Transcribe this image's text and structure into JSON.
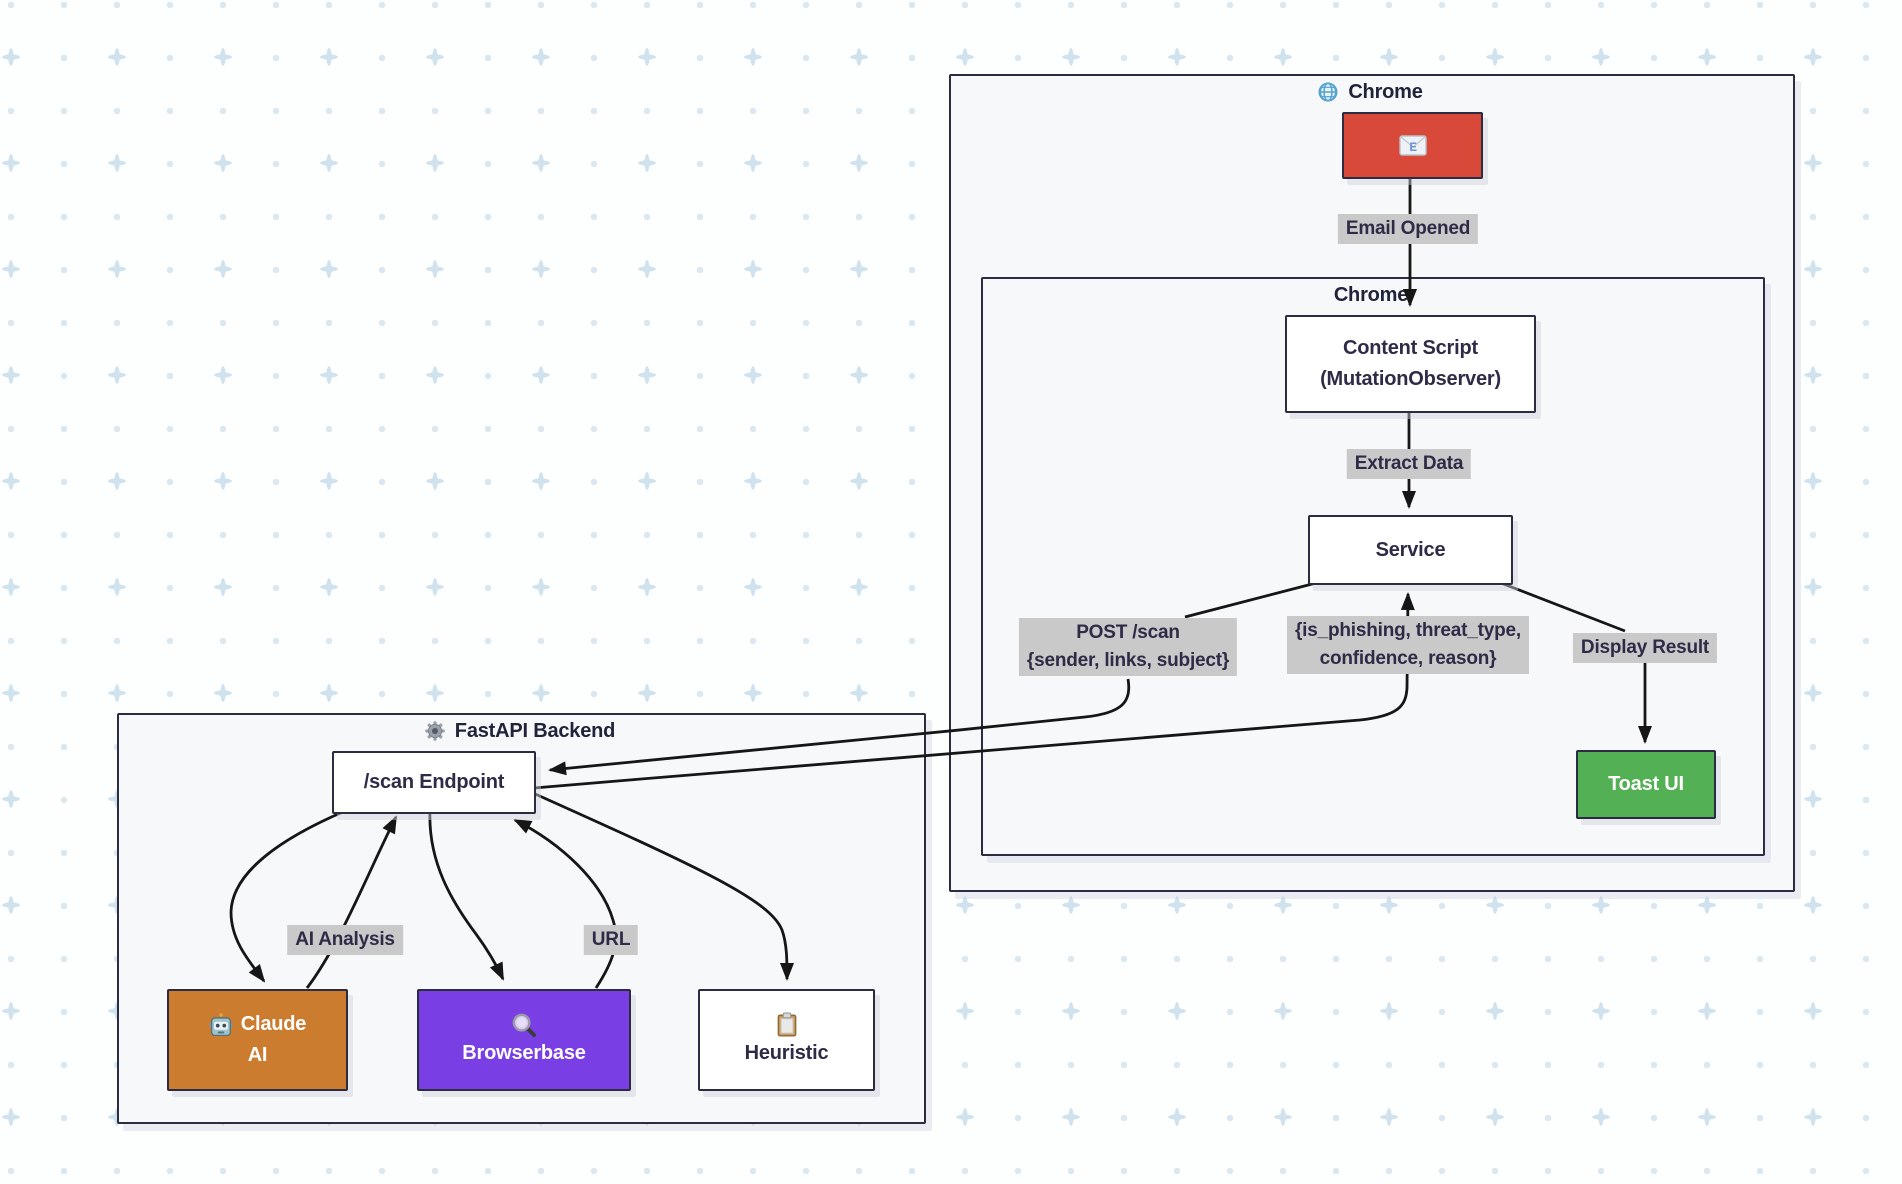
{
  "containers": {
    "chrome_outer": {
      "title": "Chrome",
      "icon": "globe-icon"
    },
    "chrome_inner": {
      "title": "Chrome"
    },
    "fastapi": {
      "title": "FastAPI Backend",
      "icon": "gear-icon"
    }
  },
  "nodes": {
    "email": {
      "icon": "email-icon"
    },
    "content_script": {
      "line1": "Content Script",
      "line2": "(MutationObserver)"
    },
    "service": {
      "label": "Service"
    },
    "toast": {
      "label": "Toast UI"
    },
    "scan_endpoint": {
      "label": "/scan Endpoint"
    },
    "claude": {
      "icon": "robot-icon",
      "line1": "Claude",
      "line2": "AI"
    },
    "browserbase": {
      "icon": "magnifier-icon",
      "label": "Browserbase"
    },
    "heuristic": {
      "icon": "clipboard-icon",
      "label": "Heuristic"
    }
  },
  "edge_labels": {
    "email_opened": "Email Opened",
    "extract_data": "Extract Data",
    "post_scan_line1": "POST /scan",
    "post_scan_line2": "{sender, links, subject}",
    "response_line1": "{is_phishing, threat_type,",
    "response_line2": "confidence, reason}",
    "display_result": "Display Result",
    "ai_analysis": "AI Analysis",
    "url": "URL"
  },
  "colors": {
    "node_border": "#2b2b42",
    "arrow": "#161616",
    "label_bg": "#c9c9c9",
    "container_fill": "#f7f8fa",
    "email_fill": "#d9493a",
    "toast_fill": "#54b054",
    "claude_fill": "#cc7c2e",
    "browserbase_fill": "#7a3fe4",
    "pattern_dot": "#dbe8f0",
    "pattern_plus": "#cfe2ed"
  }
}
